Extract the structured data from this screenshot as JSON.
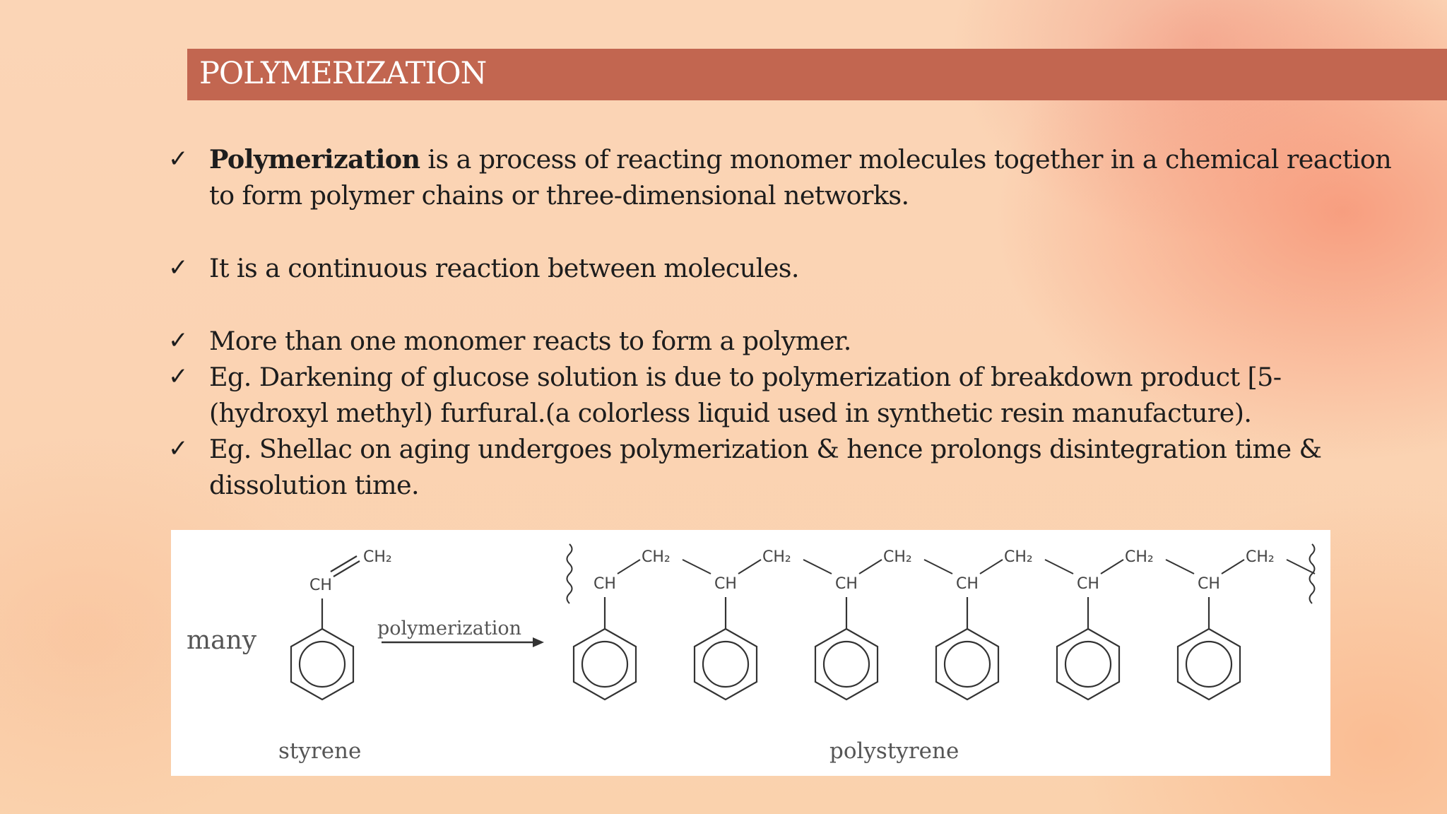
{
  "slide": {
    "title": "POLYMERIZATION",
    "bullets": [
      {
        "bold": "Polymerization",
        "text": " is a process of reacting monomer molecules together in a chemical reaction to form polymer chains or three-dimensional networks."
      },
      {
        "text": "It is a continuous reaction between molecules."
      },
      {
        "text": "More than one monomer reacts to form a polymer."
      },
      {
        "text": "Eg. Darkening of glucose solution is due to polymerization of breakdown product [5-(hydroxyl methyl) furfural.(a colorless liquid used in synthetic resin manufacture)."
      },
      {
        "text": "Eg. Shellac on aging undergoes polymerization & hence prolongs disintegration time & dissolution time."
      }
    ],
    "check_icon": "checkmark-icon"
  },
  "figure": {
    "many_label": "many",
    "arrow_label": "polymerization",
    "monomer_label": "styrene",
    "polymer_label": "polystyrene",
    "ch_label": "CH",
    "ch2_label": "CH₂",
    "repeat_units": 6
  }
}
